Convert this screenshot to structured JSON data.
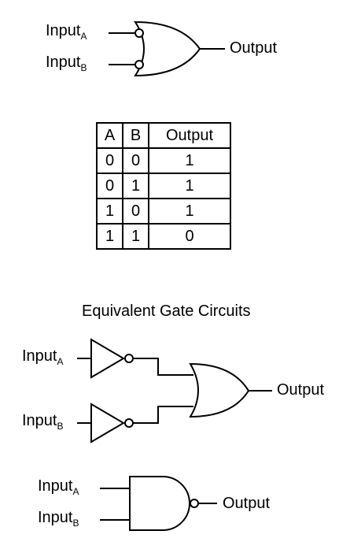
{
  "gate1": {
    "input_a": "Input",
    "input_a_sub": "A",
    "input_b": "Input",
    "input_b_sub": "B",
    "output": "Output"
  },
  "truth_table": {
    "headers": [
      "A",
      "B",
      "Output"
    ],
    "rows": [
      [
        "0",
        "0",
        "1"
      ],
      [
        "0",
        "1",
        "1"
      ],
      [
        "1",
        "0",
        "1"
      ],
      [
        "1",
        "1",
        "0"
      ]
    ]
  },
  "equivalent": {
    "title": "Equivalent Gate Circuits",
    "circuit1": {
      "input_a": "Input",
      "input_a_sub": "A",
      "input_b": "Input",
      "input_b_sub": "B",
      "output": "Output"
    },
    "circuit2": {
      "input_a": "Input",
      "input_a_sub": "A",
      "input_b": "Input",
      "input_b_sub": "B",
      "output": "Output"
    }
  }
}
